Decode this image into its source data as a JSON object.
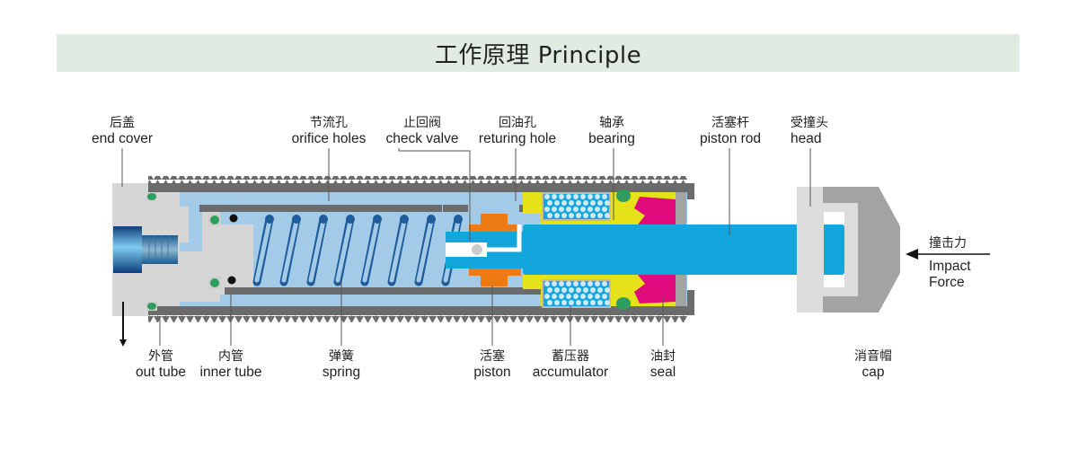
{
  "title": {
    "zh": "工作原理",
    "en": "Principle"
  },
  "labels_top": [
    {
      "id": "end-cover",
      "zh": "后盖",
      "en": "end cover"
    },
    {
      "id": "orifice-holes",
      "zh": "节流孔",
      "en": "orifice holes"
    },
    {
      "id": "check-valve",
      "zh": "止回阀",
      "en": "check valve"
    },
    {
      "id": "returning-hole",
      "zh": "回油孔",
      "en": "returing hole"
    },
    {
      "id": "bearing",
      "zh": "轴承",
      "en": "bearing"
    },
    {
      "id": "piston-rod",
      "zh": "活塞杆",
      "en": "piston rod"
    },
    {
      "id": "head",
      "zh": "受撞头",
      "en": "head"
    }
  ],
  "labels_bottom": [
    {
      "id": "out-tube",
      "zh": "外管",
      "en": "out tube"
    },
    {
      "id": "inner-tube",
      "zh": "内管",
      "en": "inner tube"
    },
    {
      "id": "spring",
      "zh": "弹簧",
      "en": "spring"
    },
    {
      "id": "piston",
      "zh": "活塞",
      "en": "piston"
    },
    {
      "id": "accumulator",
      "zh": "蓄压器",
      "en": "accumulator"
    },
    {
      "id": "seal",
      "zh": "油封",
      "en": "seal"
    },
    {
      "id": "cap",
      "zh": "消音帽",
      "en": "cap"
    }
  ],
  "impact_force": {
    "zh": "撞击力",
    "en_line1": "Impact",
    "en_line2": "Force"
  },
  "colors": {
    "title_bg": "#e0ece2",
    "oil": "#a3cbe8",
    "rod": "#12a6dc",
    "tube": "#6b6b6b",
    "cover": "#d6d6d6",
    "piston": "#ee7a14",
    "bearing": "#e6e21a",
    "seal": "#df0a7c",
    "oring": "#2e9e5e",
    "cap_dark": "#a3a3a3",
    "cap_light": "#dcdcdc"
  }
}
